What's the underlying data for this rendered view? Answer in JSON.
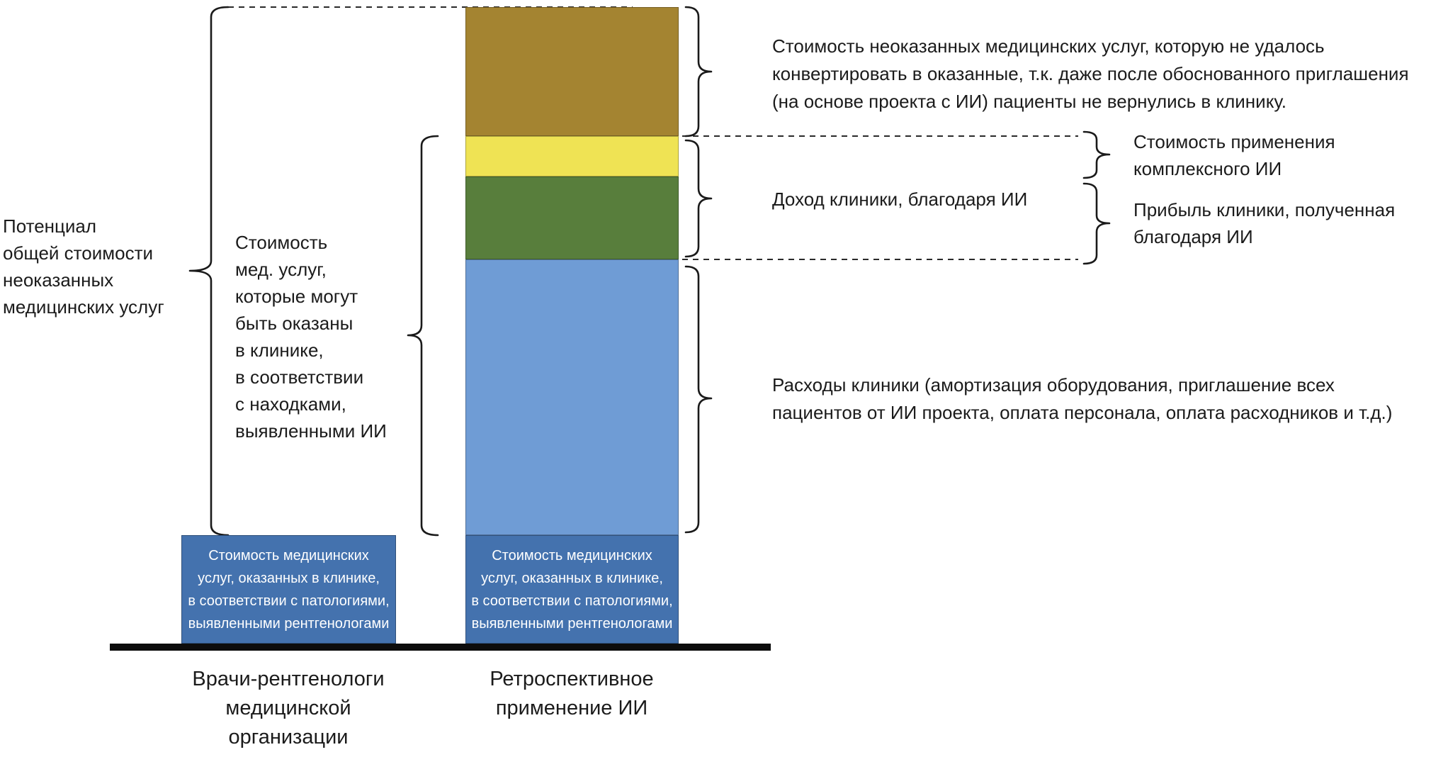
{
  "diagram": {
    "left": {
      "potential_label": "Потенциал\nобщей стоимости\nнеоказанных\nмедицинских услуг",
      "possible_services_label": "Стоимость\nмед. услуг,\nкоторые могут\nбыть оказаны\nв клинике,\nв соответствии\nс находками,\nвыявленными ИИ"
    },
    "bars": {
      "radiologists": {
        "axis_label": "Врачи-рентгенологи\nмедицинской\nорганизации",
        "base_segment_label": "Стоимость медицинских\nуслуг, оказанных в клинике,\nв соответствии с патологиями,\nвыявленными рентгенологами",
        "base_color": "#4472ae"
      },
      "ai_retrospective": {
        "axis_label": "Ретроспективное\nприменение ИИ",
        "base_segment_label": "Стоимость медицинских\nуслуг, оказанных в клинике,\nв соответствии с патологиями,\nвыявленными рентгенологами",
        "segments": {
          "unconverted": {
            "color": "#a48431"
          },
          "ai_cost": {
            "color": "#efe354"
          },
          "profit": {
            "color": "#587e3c"
          },
          "expenses": {
            "color": "#6f9cd5"
          },
          "base": {
            "color": "#4472ae"
          }
        }
      }
    },
    "right": {
      "unconverted_label": "Стоимость неоказанных медицинских услуг, которую не удалось\nконвертировать в оказанные, т.к. даже после обоснованного приглашения\n(на основе проекта с ИИ) пациенты не вернулись в клинику.",
      "income_label": "Доход клиники, благодаря ИИ",
      "expenses_label": "Расходы клиники (амортизация оборудования, приглашение всех\nпациентов от ИИ проекта, оплата персонала, оплата расходников и т.д.)",
      "ai_cost_label": "Стоимость применения\nкомплексного ИИ",
      "profit_label": "Прибыль клиники, полученная\nблагодаря ИИ"
    }
  }
}
